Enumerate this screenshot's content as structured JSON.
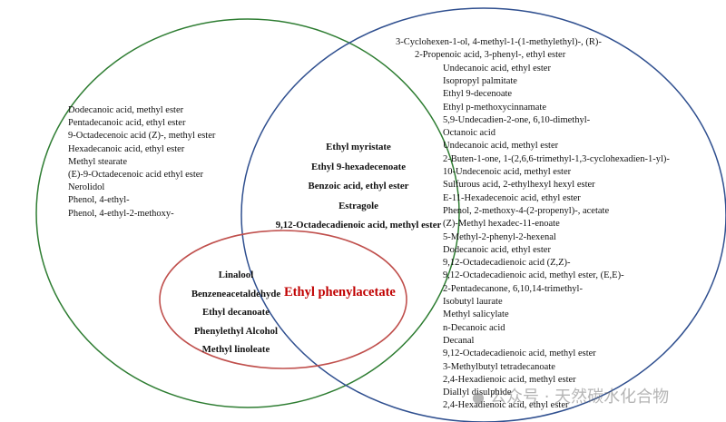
{
  "colors": {
    "left_circle": "#2e7d32",
    "right_circle": "#2f4f8f",
    "bottom_ellipse": "#c0504d",
    "highlight": "#c00000"
  },
  "left_only": [
    "Dodecanoic acid, methyl ester",
    "Pentadecanoic acid, ethyl ester",
    "9-Octadecenoic acid (Z)-, methyl ester",
    "Hexadecanoic acid, ethyl ester",
    "Methyl stearate",
    "(E)-9-Octadecenoic acid ethyl ester",
    "Nerolidol",
    "Phenol, 4-ethyl-",
    "Phenol, 4-ethyl-2-methoxy-"
  ],
  "left_right_overlap": [
    "Ethyl myristate",
    "Ethyl 9-hexadecenoate",
    "Benzoic acid, ethyl ester",
    "Estragole",
    "9,12-Octadecadienoic acid, methyl ester"
  ],
  "right_only": [
    "3-Cyclohexen-1-ol, 4-methyl-1-(1-methylethyl)-, (R)-",
    "2-Propenoic acid, 3-phenyl-, ethyl ester",
    "Undecanoic acid, ethyl ester",
    "Isopropyl palmitate",
    "Ethyl 9-decenoate",
    "Ethyl p-methoxycinnamate",
    "5,9-Undecadien-2-one, 6,10-dimethyl-",
    "Octanoic acid",
    "Undecanoic acid, methyl ester",
    "2-Buten-1-one, 1-(2,6,6-trimethyl-1,3-cyclohexadien-1-yl)-",
    "10-Undecenoic acid, methyl ester",
    "Sulfurous acid, 2-ethylhexyl hexyl ester",
    "E-11-Hexadecenoic acid, ethyl ester",
    "Phenol, 2-methoxy-4-(2-propenyl)-, acetate",
    "(Z)-Methyl hexadec-11-enoate",
    "5-Methyl-2-phenyl-2-hexenal",
    "Dodecanoic acid, ethyl ester",
    "9,12-Octadecadienoic acid (Z,Z)-",
    "9,12-Octadecadienoic acid, methyl ester, (E,E)-",
    "2-Pentadecanone, 6,10,14-trimethyl-",
    "Isobutyl laurate",
    "Methyl salicylate",
    "n-Decanoic acid",
    "Decanal",
    "9,12-Octadecadienoic acid, methyl ester",
    "3-Methylbutyl tetradecanoate",
    "2,4-Hexadienoic acid, methyl ester",
    "Diallyl disulphide",
    "2,4-Hexadienoic acid, ethyl ester"
  ],
  "bottom_left_overlap": [
    "Linalool",
    "Benzeneacetaldehyde",
    "Ethyl decanoate",
    "Phenylethyl Alcohol",
    "Methyl linoleate"
  ],
  "center_all": "Ethyl phenylacetate",
  "watermark": {
    "icon": "wechat-icon",
    "text": "公众号 · 天然碳水化合物"
  }
}
